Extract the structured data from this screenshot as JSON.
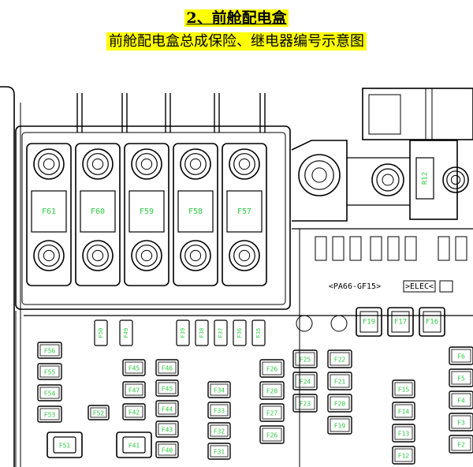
{
  "header": {
    "title": "2、前舱配电盒",
    "subtitle": "前舱配电盒总成保险、继电器编号示意图"
  },
  "diagram": {
    "mega_fuses": [
      "F61",
      "F60",
      "F59",
      "F58",
      "F57"
    ],
    "relay_top": "R12",
    "part_marks": [
      "<PA66-GF15>",
      ">ELEC<"
    ],
    "square_fuses": [
      "F19",
      "F17",
      "F16"
    ],
    "fuses_left": [
      "F56",
      "F55",
      "F54",
      "F53"
    ],
    "fuse_f52": "F52",
    "fuses_col_a": [
      "F45",
      "F47",
      "F42"
    ],
    "fuses_col_b": [
      "F46",
      "F45",
      "F44",
      "F43",
      "F40"
    ],
    "fuses_col_c": [
      "F34",
      "F33",
      "F32",
      "F31"
    ],
    "fuses_col_d": [
      "F26",
      "F28",
      "F27",
      "F26"
    ],
    "fuses_col_e": [
      "F25",
      "F24",
      "F23"
    ],
    "fuses_col_f": [
      "F22",
      "F21",
      "F20",
      "F19"
    ],
    "fuses_col_g": [
      "F15",
      "F14",
      "F13",
      "F12"
    ],
    "fuses_col_h": [
      "F6",
      "F5",
      "F4",
      "F3",
      "F2"
    ],
    "bottom_fuses": [
      "F51",
      "F41"
    ],
    "vertical_fuses": [
      "F50",
      "F49",
      "F39",
      "F38",
      "F37",
      "F36",
      "F35"
    ],
    "colors": {
      "line": "#000000",
      "label": "#2ecc40",
      "highlight": "#ffff00"
    }
  }
}
